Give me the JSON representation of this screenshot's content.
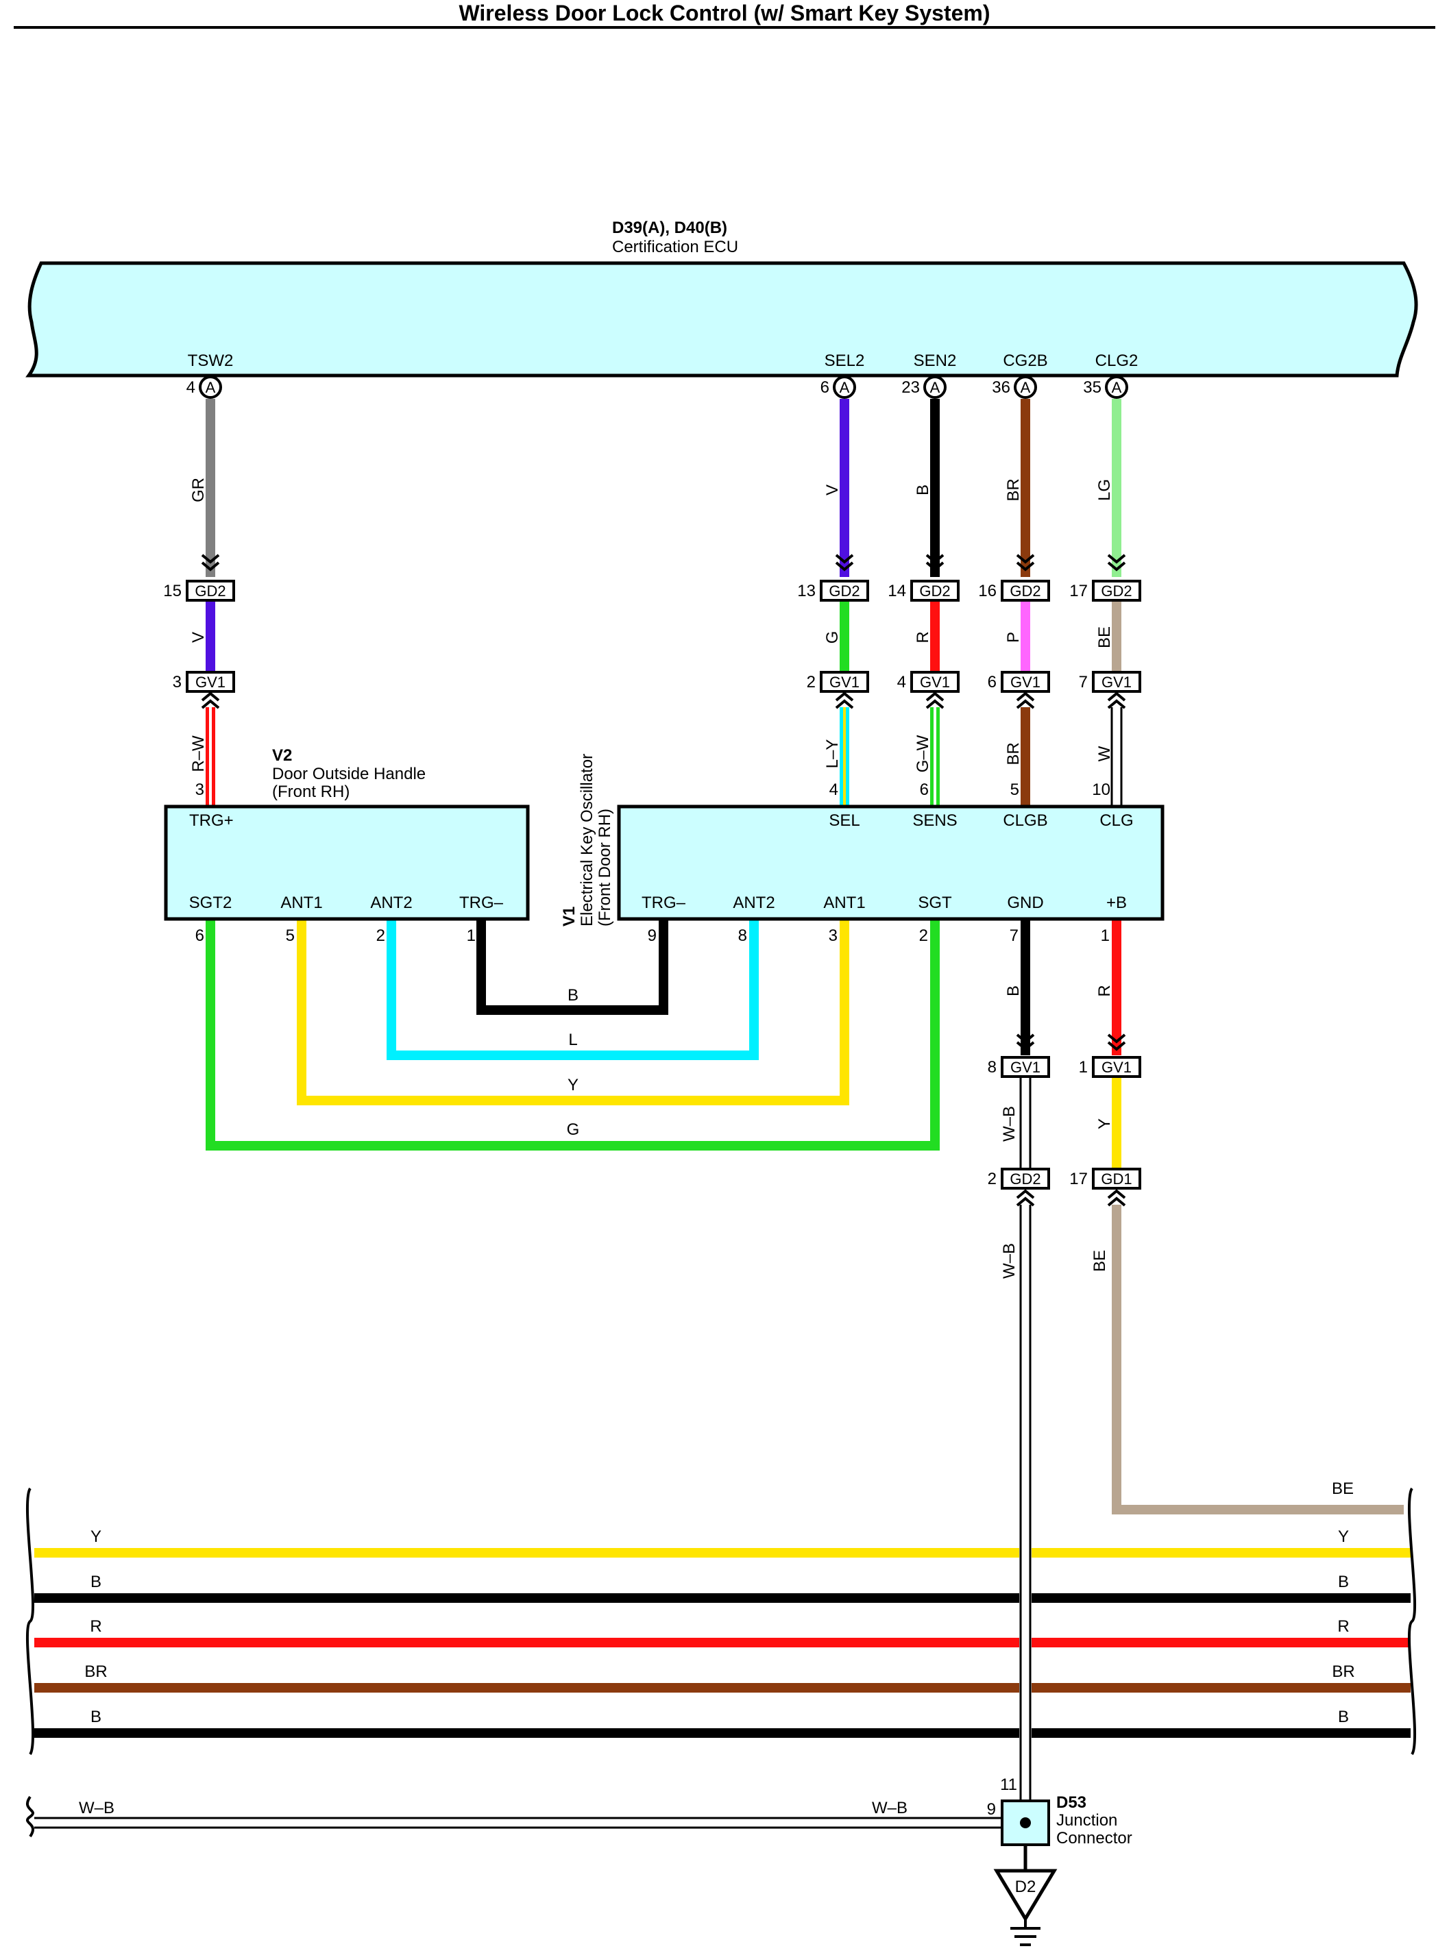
{
  "title": "Wireless Door Lock Control (w/ Smart Key System)",
  "ecu": {
    "id": "D39(A), D40(B)",
    "name": "Certification ECU"
  },
  "ecu_pins": [
    {
      "name": "TSW2",
      "num": "4",
      "conn": "A"
    },
    {
      "name": "SEL2",
      "num": "6",
      "conn": "A"
    },
    {
      "name": "SEN2",
      "num": "23",
      "conn": "A"
    },
    {
      "name": "CG2B",
      "num": "36",
      "conn": "A"
    },
    {
      "name": "CLG2",
      "num": "35",
      "conn": "A"
    }
  ],
  "upper_wires": [
    {
      "label": "GR",
      "color": "#808080"
    },
    {
      "label": "V",
      "color": "#5010e0"
    },
    {
      "label": "B",
      "color": "#000000"
    },
    {
      "label": "BR",
      "color": "#8b3a0e"
    },
    {
      "label": "LG",
      "color": "#90ee90"
    }
  ],
  "gd2_row": [
    {
      "num": "15",
      "conn": "GD2"
    },
    {
      "num": "13",
      "conn": "GD2"
    },
    {
      "num": "14",
      "conn": "GD2"
    },
    {
      "num": "16",
      "conn": "GD2"
    },
    {
      "num": "17",
      "conn": "GD2"
    }
  ],
  "mid_wires": [
    {
      "label": "V",
      "color": "#5010e0"
    },
    {
      "label": "G",
      "color": "#22dd22"
    },
    {
      "label": "R",
      "color": "#ff1010"
    },
    {
      "label": "P",
      "color": "#ff66ff"
    },
    {
      "label": "BE",
      "color": "#b8a590"
    }
  ],
  "gv1_row": [
    {
      "num": "3",
      "conn": "GV1"
    },
    {
      "num": "2",
      "conn": "GV1"
    },
    {
      "num": "4",
      "conn": "GV1"
    },
    {
      "num": "6",
      "conn": "GV1"
    },
    {
      "num": "7",
      "conn": "GV1"
    }
  ],
  "lower_wires": [
    {
      "label": "R–W",
      "color": "#ff1010",
      "stripe": "#ffffff"
    },
    {
      "label": "L–Y",
      "color": "#00f0ff",
      "stripe": "#ffe500"
    },
    {
      "label": "G–W",
      "color": "#22dd22",
      "stripe": "#ffffff"
    },
    {
      "label": "BR",
      "color": "#8b3a0e"
    },
    {
      "label": "W",
      "color": "#ffffff"
    }
  ],
  "v2": {
    "id": "V2",
    "name1": "Door Outside Handle",
    "name2": "(Front RH)",
    "top_pins": [
      {
        "num": "3",
        "name": "TRG+"
      }
    ],
    "bottom_pins": [
      {
        "num": "6",
        "name": "SGT2"
      },
      {
        "num": "5",
        "name": "ANT1"
      },
      {
        "num": "2",
        "name": "ANT2"
      },
      {
        "num": "1",
        "name": "TRG–"
      }
    ]
  },
  "v1": {
    "id": "V1",
    "name1": "Electrical Key Oscillator",
    "name2": "(Front Door RH)",
    "top_pins": [
      {
        "num": "4",
        "name": "SEL"
      },
      {
        "num": "6",
        "name": "SENS"
      },
      {
        "num": "5",
        "name": "CLGB"
      },
      {
        "num": "10",
        "name": "CLG"
      }
    ],
    "bottom_pins": [
      {
        "num": "9",
        "name": "TRG–"
      },
      {
        "num": "8",
        "name": "ANT2"
      },
      {
        "num": "3",
        "name": "ANT1"
      },
      {
        "num": "2",
        "name": "SGT"
      },
      {
        "num": "7",
        "name": "GND"
      },
      {
        "num": "1",
        "name": "+B"
      }
    ]
  },
  "loops": [
    {
      "label": "B",
      "color": "#000000"
    },
    {
      "label": "L",
      "color": "#00f0ff"
    },
    {
      "label": "Y",
      "color": "#ffe500"
    },
    {
      "label": "G",
      "color": "#22dd22"
    }
  ],
  "right_chain": {
    "gnd_top_label": "B",
    "pb_top_label": "R",
    "gv1_left": {
      "num": "8",
      "conn": "GV1"
    },
    "gv1_right": {
      "num": "1",
      "conn": "GV1"
    },
    "mid_left_label": "W–B",
    "mid_right_label": "Y",
    "gd_left": {
      "num": "2",
      "conn": "GD2"
    },
    "gd_right": {
      "num": "17",
      "conn": "GD1"
    },
    "low_left_label": "W–B",
    "low_right_label": "BE"
  },
  "bus": [
    {
      "label": "BE",
      "color": "#b8a590"
    },
    {
      "label": "Y",
      "color": "#ffe500"
    },
    {
      "label": "B",
      "color": "#000000"
    },
    {
      "label": "R",
      "color": "#ff1010"
    },
    {
      "label": "BR",
      "color": "#8b3a0e"
    },
    {
      "label": "B",
      "color": "#000000"
    }
  ],
  "junction": {
    "id": "D53",
    "name1": "Junction",
    "name2": "Connector",
    "pin_top": "11",
    "pin_left": "9",
    "wire_left_label": "W–B",
    "wire_right_label": "W–B",
    "ground": "D2"
  }
}
